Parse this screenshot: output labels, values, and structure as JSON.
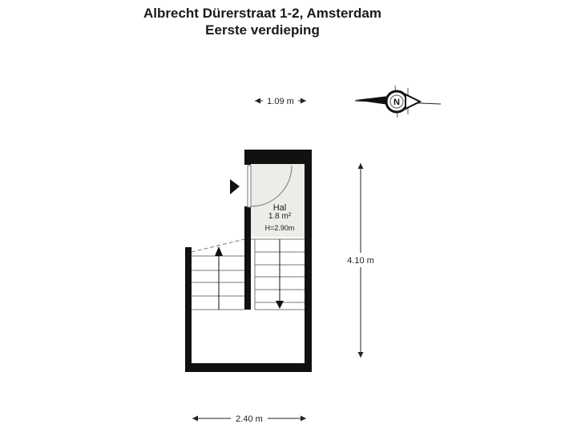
{
  "header": {
    "address": "Albrecht Dürerstraat 1-2, Amsterdam",
    "floor": "Eerste verdieping"
  },
  "room": {
    "name": "Hal",
    "area": "1.8 m²",
    "height": "H=2.90m"
  },
  "dimensions": {
    "top_width": "1.09 m",
    "right_height": "4.10 m",
    "bottom_width": "2.40 m"
  },
  "compass": {
    "letter": "N"
  },
  "colors": {
    "wall": "#111111",
    "room_fill": "#ecece8",
    "line": "#555555"
  }
}
